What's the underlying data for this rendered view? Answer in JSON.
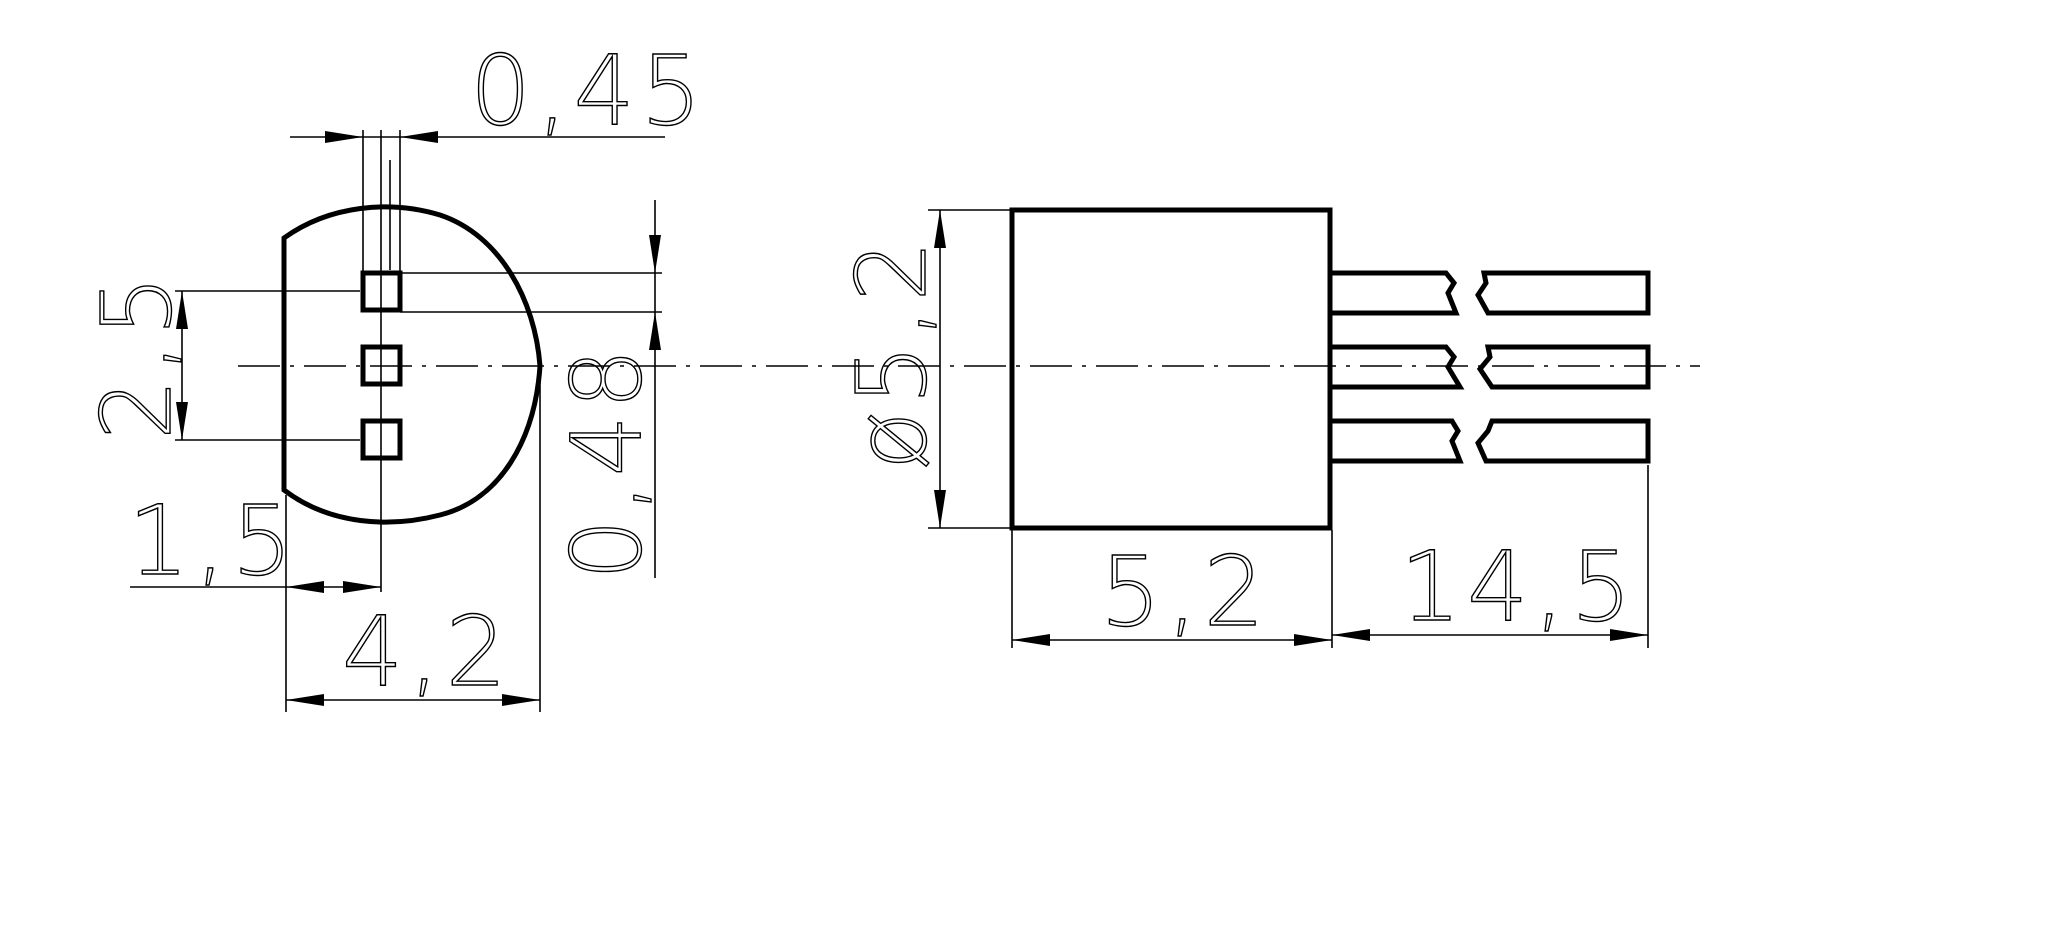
{
  "drawing": {
    "dimensions": {
      "pin_width": "0,45",
      "pin_pitch_total": "2,5",
      "pin_height": "0,48",
      "pin_offset": "1,5",
      "body_width": "4,2",
      "body_diameter": "ø5,2",
      "body_length": "5,2",
      "lead_length": "14,5"
    }
  }
}
